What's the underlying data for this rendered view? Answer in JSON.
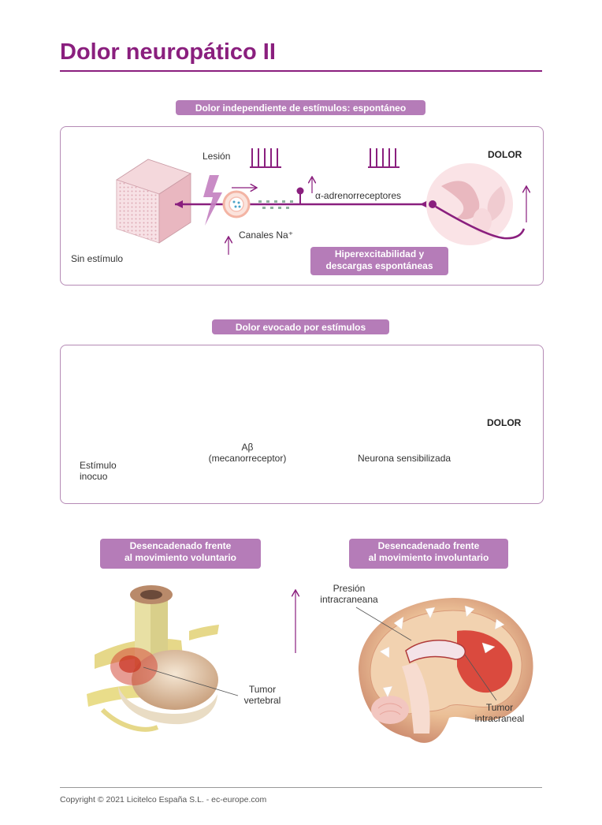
{
  "title": "Dolor neuropático II",
  "section1": {
    "heading": "Dolor independiente de estímulos: espontáneo",
    "lesion": "Lesión",
    "channels": "Canales Na⁺",
    "receptors": "α-adrenorreceptores",
    "no_stimulus": "Sin estímulo",
    "dolor": "DOLOR",
    "note_line1": "Hiperexcitabilidad y",
    "note_line2": "descargas espontáneas"
  },
  "section2": {
    "heading": "Dolor evocado por estímulos",
    "stimulus_line1": "Estímulo",
    "stimulus_line2": "inocuo",
    "ab_line1": "Aβ",
    "ab_line2": "(mecanorreceptor)",
    "neuron": "Neurona sensibilizada",
    "dolor": "DOLOR"
  },
  "section3": {
    "voluntary_line1": "Desencadenado frente",
    "voluntary_line2": "al movimiento voluntario",
    "involuntary_line1": "Desencadenado frente",
    "involuntary_line2": "al movimiento involuntario",
    "pressure_line1": "Presión",
    "pressure_line2": "intracraneana",
    "vertebral_line1": "Tumor",
    "vertebral_line2": "vertebral",
    "intracranial_line1": "Tumor",
    "intracranial_line2": "intracraneal"
  },
  "footer": {
    "copyright": "Copyright © 2021 Licitelco España S.L. - ec-europe.com"
  },
  "colors": {
    "brand": "#8a1f7e",
    "pill": "#b57cb8",
    "panel_border": "#b58ab5",
    "skin": "#f0c9cf"
  }
}
